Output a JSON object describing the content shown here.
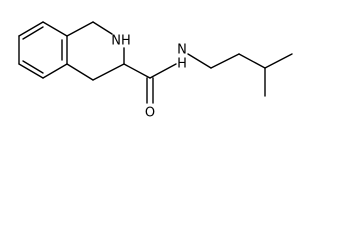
{
  "atom_labels": {
    "nh_ring": "NH",
    "nh_amide": "N",
    "h_amide": "H",
    "o_carbonyl": "O"
  },
  "colors": {
    "bond": "#000000",
    "background": "#ffffff"
  }
}
